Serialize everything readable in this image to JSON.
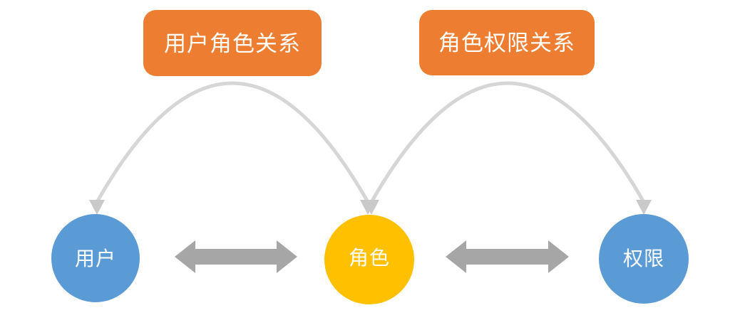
{
  "colors": {
    "orange": "#ED7D31",
    "blue": "#5B9BD5",
    "yellow": "#FFC000",
    "arrow_gray": "#A6A6A6",
    "arc_gray": "#D6D6D6",
    "arc_head_gray": "#C9C9C9",
    "label_text": "#FFFFFF",
    "background": "#FFFFFF"
  },
  "diagram": {
    "relationship_labels": {
      "user_role": "用户角色关系",
      "role_permission": "角色权限关系"
    },
    "nodes": {
      "user": "用户",
      "role": "角色",
      "permission": "权限"
    }
  }
}
